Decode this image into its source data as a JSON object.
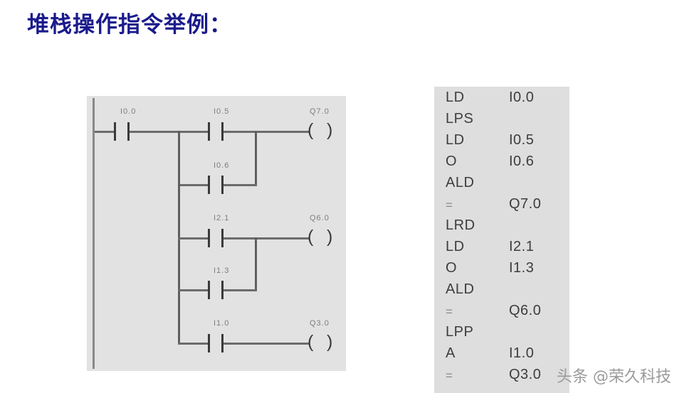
{
  "title": "堆栈操作指令举例：",
  "colors": {
    "title": "#1a1a8c",
    "panel_bg": "#e2e2e2",
    "stl_panel_bg": "#dedede",
    "wire": "#6b6b6b",
    "contact": "#3a3a3a",
    "label": "#7d7d7d",
    "watermark": "#9a9a9a"
  },
  "watermark": "头条 @荣久科技",
  "ladder": {
    "left_rail_label": "power-rail",
    "networks": [
      {
        "id": "network-1",
        "series_contact": "I0.0",
        "parallel_contacts": [
          "I0.5",
          "I0.6"
        ],
        "coil": "Q7.0"
      },
      {
        "id": "network-2",
        "series_contact": "I0.0",
        "parallel_contacts": [
          "I2.1",
          "I1.3"
        ],
        "coil": "Q6.0"
      },
      {
        "id": "network-3",
        "series_contact": "I0.0",
        "parallel_contacts": [
          "I1.0"
        ],
        "coil": "Q3.0"
      }
    ],
    "contact_labels": [
      {
        "name": "contact-label-i00",
        "text": "I0.0"
      },
      {
        "name": "contact-label-i05",
        "text": "I0.5"
      },
      {
        "name": "contact-label-i06",
        "text": "I0.6"
      },
      {
        "name": "contact-label-i21",
        "text": "I2.1"
      },
      {
        "name": "contact-label-i13",
        "text": "I1.3"
      },
      {
        "name": "contact-label-i10",
        "text": "I1.0"
      }
    ],
    "coil_labels": [
      {
        "name": "coil-label-q70",
        "text": "Q7.0"
      },
      {
        "name": "coil-label-q60",
        "text": "Q6.0"
      },
      {
        "name": "coil-label-q30",
        "text": "Q3.0"
      }
    ],
    "coil_glyph": {
      "left": "(",
      "right": ")"
    }
  },
  "stl": {
    "rows": [
      {
        "op": "LD",
        "arg": "I0.0"
      },
      {
        "op": "LPS",
        "arg": ""
      },
      {
        "op": "LD",
        "arg": "I0.5"
      },
      {
        "op": "O",
        "arg": "I0.6"
      },
      {
        "op": "ALD",
        "arg": ""
      },
      {
        "op": "=",
        "arg": "Q7.0"
      },
      {
        "op": "LRD",
        "arg": ""
      },
      {
        "op": "LD",
        "arg": "I2.1"
      },
      {
        "op": "O",
        "arg": "I1.3"
      },
      {
        "op": "ALD",
        "arg": ""
      },
      {
        "op": "=",
        "arg": "Q6.0"
      },
      {
        "op": "LPP",
        "arg": ""
      },
      {
        "op": "A",
        "arg": "I1.0"
      },
      {
        "op": "=",
        "arg": "Q3.0"
      }
    ]
  }
}
